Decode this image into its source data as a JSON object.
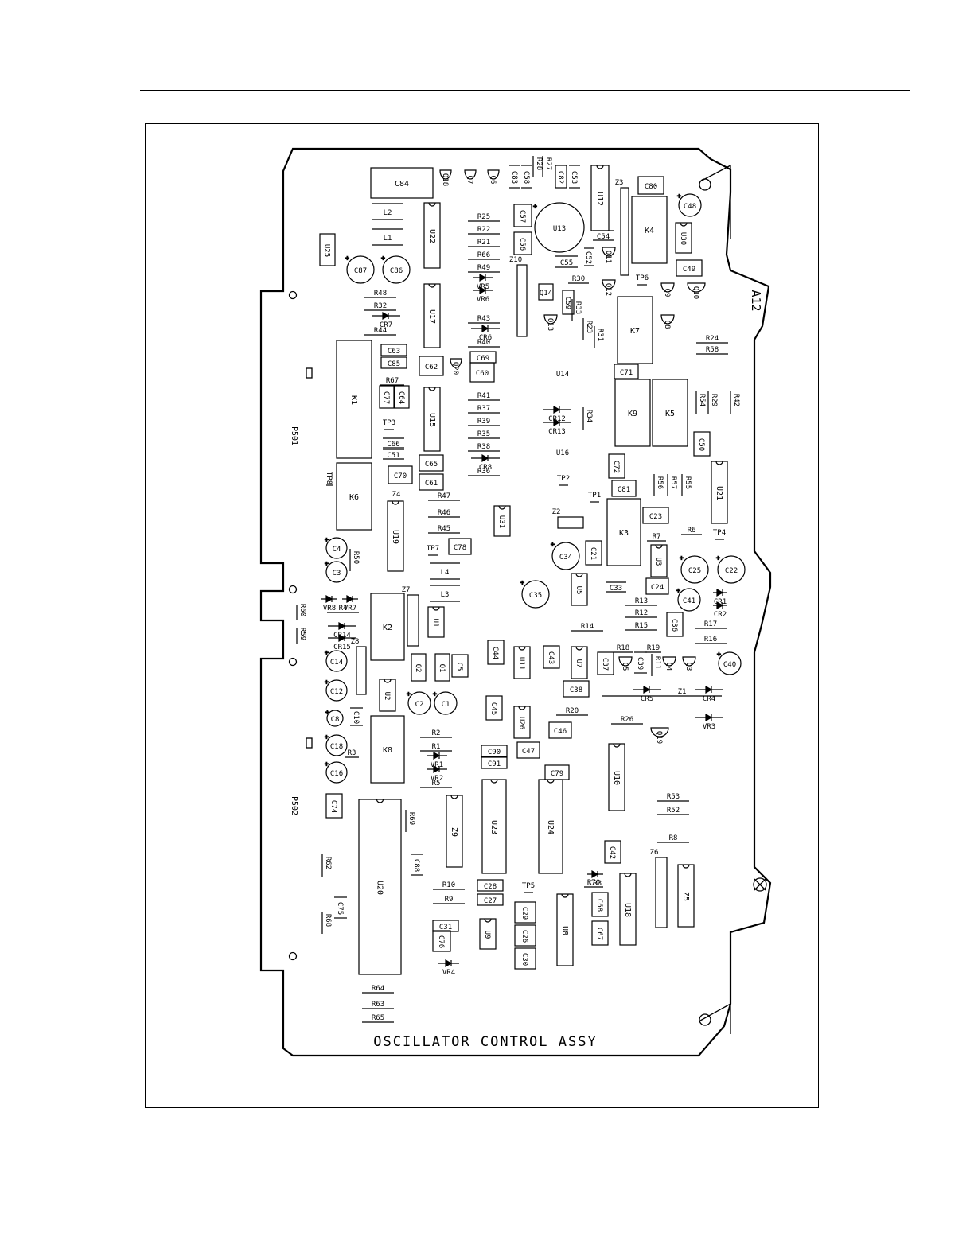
{
  "board": {
    "title": "OSCILLATOR CONTROL ASSY",
    "assembly_id": "A12",
    "connectors": [
      "P501",
      "P502"
    ]
  },
  "components": {
    "U": [
      "U25",
      "U22",
      "U17",
      "U15",
      "U19",
      "U31",
      "U1",
      "U2",
      "U13",
      "U14",
      "U16",
      "U12",
      "U30",
      "U21",
      "U3",
      "U5",
      "U11",
      "U7",
      "U26",
      "U10",
      "U9",
      "U8",
      "U18",
      "U20",
      "U23",
      "U24"
    ],
    "C": [
      "C84",
      "C87",
      "C86",
      "C63",
      "C85",
      "C77",
      "C64",
      "C62",
      "C60",
      "C69",
      "C66",
      "C51",
      "C65",
      "C61",
      "C70",
      "C57",
      "C56",
      "C55",
      "C52",
      "C54",
      "C53",
      "C82",
      "C58",
      "C83",
      "C80",
      "C48",
      "C49",
      "C59",
      "C71",
      "C72",
      "C81",
      "C50",
      "C23",
      "C21",
      "C34",
      "C35",
      "C33",
      "C24",
      "C25",
      "C22",
      "C41",
      "C36",
      "C40",
      "C4",
      "C3",
      "C14",
      "C12",
      "C8",
      "C10",
      "C18",
      "C16",
      "C74",
      "C78",
      "C2",
      "C1",
      "C5",
      "C44",
      "C43",
      "C37",
      "C39",
      "C38",
      "C45",
      "C46",
      "C47",
      "C90",
      "C91",
      "C79",
      "C42",
      "C68",
      "C67",
      "C88",
      "C75",
      "C28",
      "C27",
      "C31",
      "C76",
      "C29",
      "C26",
      "C30"
    ],
    "R": [
      "R48",
      "R32",
      "R44",
      "R67",
      "R25",
      "R22",
      "R21",
      "R66",
      "R49",
      "R43",
      "R40",
      "R41",
      "R37",
      "R39",
      "R35",
      "R38",
      "R36",
      "R47",
      "R46",
      "R45",
      "R27",
      "R28",
      "R30",
      "R33",
      "R23",
      "R31",
      "R34",
      "R24",
      "R58",
      "R54",
      "R29",
      "R42",
      "R56",
      "R57",
      "R55",
      "R6",
      "R7",
      "R13",
      "R12",
      "R15",
      "R17",
      "R16",
      "R14",
      "R18",
      "R19",
      "R11",
      "R50",
      "R4",
      "R60",
      "R59",
      "R3",
      "R2",
      "R1",
      "R5",
      "R69",
      "R20",
      "R26",
      "R53",
      "R52",
      "R8",
      "R70",
      "R10",
      "R9",
      "R62",
      "R68",
      "R64",
      "R63",
      "R65"
    ],
    "CR": [
      "CR7",
      "CR6",
      "CR8",
      "CR12",
      "CR13",
      "CR1",
      "CR2",
      "CR5",
      "CR4",
      "CR14",
      "CR15",
      "CR3"
    ],
    "VR": [
      "VR5",
      "VR6",
      "VR8",
      "VR7",
      "VR1",
      "VR2",
      "VR3",
      "VR4"
    ],
    "Q": [
      "Q18",
      "Q7",
      "Q6",
      "Q14",
      "Q13",
      "Q20",
      "Q11",
      "Q12",
      "Q9",
      "Q10",
      "Q8",
      "Q2",
      "Q1",
      "Q5",
      "Q4",
      "Q3",
      "Q19"
    ],
    "K": [
      "K1",
      "K6",
      "K4",
      "K7",
      "K9",
      "K5",
      "K3",
      "K2",
      "K8"
    ],
    "L": [
      "L2",
      "L1",
      "L4",
      "L3"
    ],
    "Z": [
      "Z10",
      "Z3",
      "Z4",
      "Z2",
      "Z7",
      "Z8",
      "Z1",
      "Z6",
      "Z9",
      "Z5"
    ],
    "TP": [
      "TP3",
      "TP8",
      "TP7",
      "TP6",
      "TP2",
      "TP1",
      "TP4",
      "TP5"
    ]
  }
}
